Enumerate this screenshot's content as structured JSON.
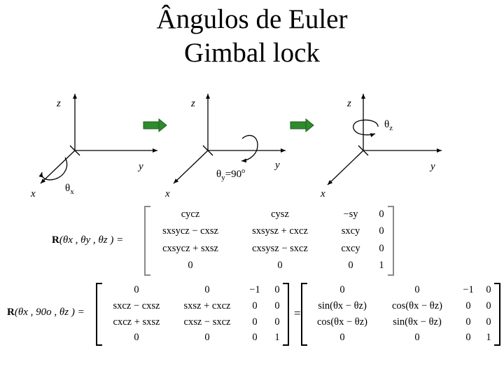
{
  "title": {
    "line1": "Ângulos de Euler",
    "line2": "Gimbal lock"
  },
  "diagrams": {
    "d1": {
      "z": "z",
      "y": "y",
      "x": "x",
      "theta": "θ",
      "theta_sub": "x"
    },
    "d2": {
      "z": "z",
      "y": "y",
      "x": "x",
      "theta": "θ",
      "theta_sub": "y",
      "value": "=90",
      "deg": "o"
    },
    "d3": {
      "z": "z",
      "y": "y",
      "x": "x",
      "theta": "θ",
      "theta_sub": "z"
    }
  },
  "matrix1": {
    "lhs": {
      "R": "R",
      "args": "(θx , θy , θz ) ="
    },
    "rows": [
      [
        "cycz",
        "cysz",
        "−sy",
        "0"
      ],
      [
        "sxsycz − cxsz",
        "sxsysz + cxcz",
        "sxcy",
        "0"
      ],
      [
        "cxsycz + sxsz",
        "cxsysz − sxcz",
        "cxcy",
        "0"
      ],
      [
        "0",
        "0",
        "0",
        "1"
      ]
    ]
  },
  "matrix2": {
    "lhs": {
      "R": "R",
      "args": "(θx , 90o , θz ) ="
    },
    "rows": [
      [
        "0",
        "0",
        "−1",
        "0"
      ],
      [
        "sxcz − cxsz",
        "sxsz + cxcz",
        "0",
        "0"
      ],
      [
        "cxcz + sxsz",
        "cxsz − sxcz",
        "0",
        "0"
      ],
      [
        "0",
        "0",
        "0",
        "1"
      ]
    ],
    "equals": "="
  },
  "matrix3": {
    "rows": [
      [
        "0",
        "0",
        "−1",
        "0"
      ],
      [
        "sin(θx − θz)",
        "cos(θx − θz)",
        "0",
        "0"
      ],
      [
        "cos(θx − θz)",
        "sin(θx − θz)",
        "0",
        "0"
      ],
      [
        "0",
        "0",
        "0",
        "1"
      ]
    ]
  },
  "colors": {
    "arrow": "#2e8b2e",
    "ink": "#000000",
    "bracket": "#8a8a8a"
  }
}
